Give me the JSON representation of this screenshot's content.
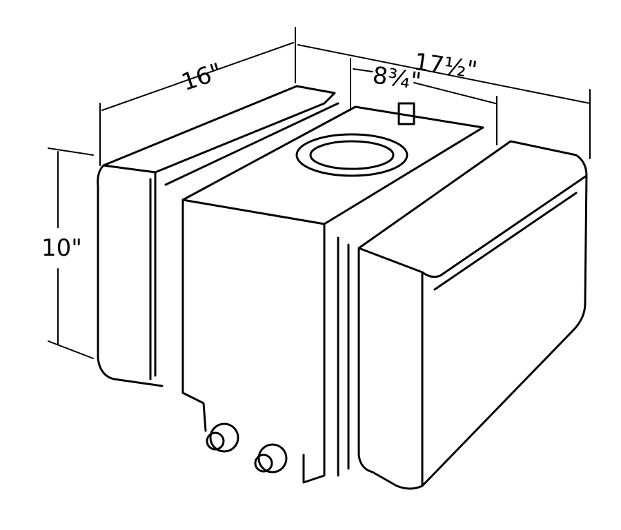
{
  "diagram": {
    "subject": "fuel cell tank line drawing",
    "dimensions": {
      "width": "16\"",
      "length": "17½\"",
      "center_section": "8¾\"",
      "height": "10\""
    }
  }
}
